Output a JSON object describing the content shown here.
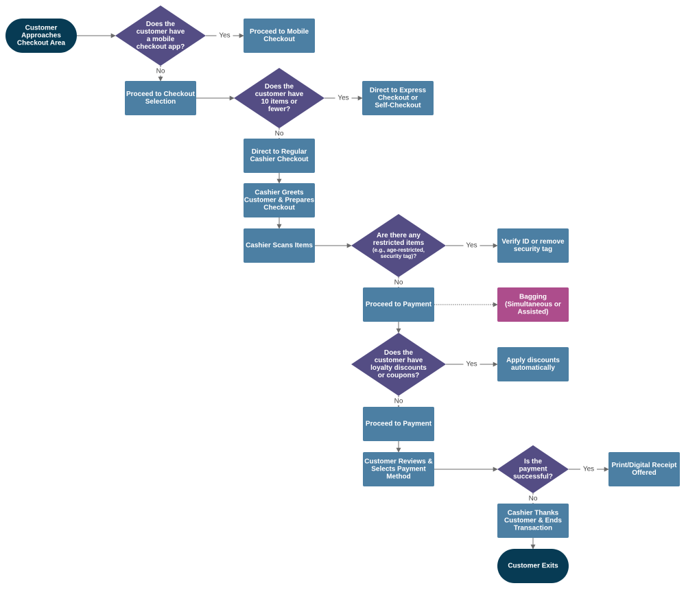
{
  "colors": {
    "terminal": "#073b54",
    "process": "#4c7fa3",
    "decision": "#544d84",
    "highlight": "#ad4d8c",
    "edge": "#6b6b6b"
  },
  "nodes": {
    "start": {
      "kind": "terminal",
      "lines": [
        "Customer",
        "Approaches",
        "Checkout Area"
      ]
    },
    "q_app": {
      "kind": "decision",
      "lines": [
        "Does the",
        "customer have",
        "a mobile",
        "checkout app?"
      ]
    },
    "mobile_checkout": {
      "kind": "process",
      "lines": [
        "Proceed to Mobile",
        "Checkout"
      ]
    },
    "checkout_selection": {
      "kind": "process",
      "lines": [
        "Proceed to Checkout",
        "Selection"
      ]
    },
    "q_items": {
      "kind": "decision",
      "lines": [
        "Does the",
        "customer have",
        "10 items or",
        "fewer?"
      ]
    },
    "express": {
      "kind": "process",
      "lines": [
        "Direct to Express",
        "Checkout or",
        "Self-Checkout"
      ]
    },
    "regular": {
      "kind": "process",
      "lines": [
        "Direct to Regular",
        "Cashier Checkout"
      ]
    },
    "greets": {
      "kind": "process",
      "lines": [
        "Cashier Greets",
        "Customer & Prepares",
        "Checkout"
      ]
    },
    "scans": {
      "kind": "process",
      "lines": [
        "Cashier Scans Items"
      ]
    },
    "q_restricted": {
      "kind": "decision",
      "lines": [
        "Are there any",
        "restricted items"
      ],
      "small_lines": [
        "(e.g., age-restricted,",
        "security tag)?"
      ]
    },
    "verify": {
      "kind": "process",
      "lines": [
        "Verify ID or remove",
        "security tag"
      ]
    },
    "payment1": {
      "kind": "process",
      "lines": [
        "Proceed to Payment"
      ]
    },
    "bagging": {
      "kind": "highlight",
      "lines": [
        "Bagging",
        "(Simultaneous or",
        "Assisted)"
      ]
    },
    "q_loyalty": {
      "kind": "decision",
      "lines": [
        "Does the",
        "customer have",
        "loyalty discounts",
        "or coupons?"
      ]
    },
    "discounts": {
      "kind": "process",
      "lines": [
        "Apply discounts",
        "automatically"
      ]
    },
    "payment2": {
      "kind": "process",
      "lines": [
        "Proceed to Payment"
      ]
    },
    "reviews": {
      "kind": "process",
      "lines": [
        "Customer Reviews &",
        "Selects Payment",
        "Method"
      ]
    },
    "q_payment": {
      "kind": "decision",
      "lines": [
        "Is the",
        "payment",
        "successful?"
      ]
    },
    "receipt": {
      "kind": "process",
      "lines": [
        "Print/Digital Receipt",
        "Offered"
      ]
    },
    "thanks": {
      "kind": "process",
      "lines": [
        "Cashier Thanks",
        "Customer & Ends",
        "Transaction"
      ]
    },
    "end": {
      "kind": "terminal",
      "lines": [
        "Customer Exits"
      ]
    }
  },
  "edges": [
    {
      "from": "start",
      "to": "q_app",
      "label": ""
    },
    {
      "from": "q_app",
      "to": "mobile_checkout",
      "label": "Yes"
    },
    {
      "from": "q_app",
      "to": "checkout_selection",
      "label": "No"
    },
    {
      "from": "checkout_selection",
      "to": "q_items",
      "label": ""
    },
    {
      "from": "q_items",
      "to": "express",
      "label": "Yes"
    },
    {
      "from": "q_items",
      "to": "regular",
      "label": "No"
    },
    {
      "from": "regular",
      "to": "greets",
      "label": ""
    },
    {
      "from": "greets",
      "to": "scans",
      "label": ""
    },
    {
      "from": "scans",
      "to": "q_restricted",
      "label": ""
    },
    {
      "from": "q_restricted",
      "to": "verify",
      "label": "Yes"
    },
    {
      "from": "q_restricted",
      "to": "payment1",
      "label": "No"
    },
    {
      "from": "payment1",
      "to": "bagging",
      "label": "",
      "style": "dotted"
    },
    {
      "from": "payment1",
      "to": "q_loyalty",
      "label": ""
    },
    {
      "from": "q_loyalty",
      "to": "discounts",
      "label": "Yes"
    },
    {
      "from": "q_loyalty",
      "to": "payment2",
      "label": "No"
    },
    {
      "from": "payment2",
      "to": "reviews",
      "label": ""
    },
    {
      "from": "reviews",
      "to": "q_payment",
      "label": ""
    },
    {
      "from": "q_payment",
      "to": "receipt",
      "label": "Yes"
    },
    {
      "from": "q_payment",
      "to": "thanks",
      "label": "No"
    },
    {
      "from": "thanks",
      "to": "end",
      "label": ""
    }
  ]
}
